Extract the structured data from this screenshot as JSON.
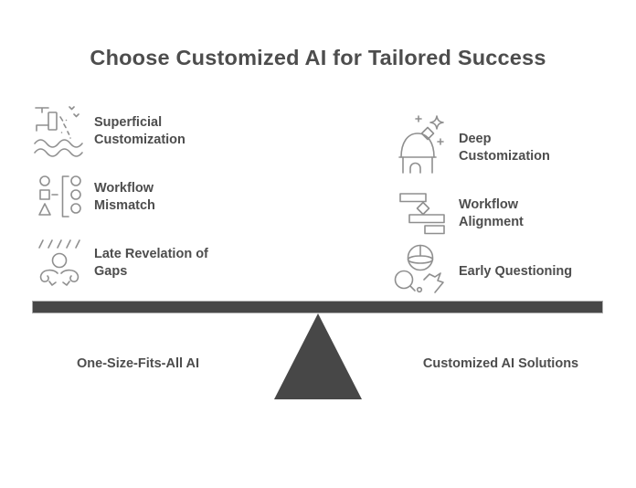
{
  "title": "Choose Customized AI for Tailored Success",
  "colors": {
    "background": "#ffffff",
    "text": "#4d4d4d",
    "icon_stroke": "#8f8f8f",
    "beam": "#474747",
    "beam_border": "#ababab"
  },
  "left_column": {
    "items": [
      {
        "icon": "dripping-tap-icon",
        "label": "Superficial\nCustomization"
      },
      {
        "icon": "mismatched-shapes-icon",
        "label": "Workflow\nMismatch"
      },
      {
        "icon": "shrugging-person-icon",
        "label": "Late Revelation of\nGaps"
      }
    ]
  },
  "right_column": {
    "items": [
      {
        "icon": "observatory-icon",
        "label": "Deep\nCustomization"
      },
      {
        "icon": "flowchart-icon",
        "label": "Workflow\nAlignment"
      },
      {
        "icon": "magnifier-head-icon",
        "label": "Early Questioning"
      }
    ]
  },
  "scale": {
    "left_label": "One-Size-Fits-All AI",
    "right_label": "Customized AI Solutions"
  }
}
